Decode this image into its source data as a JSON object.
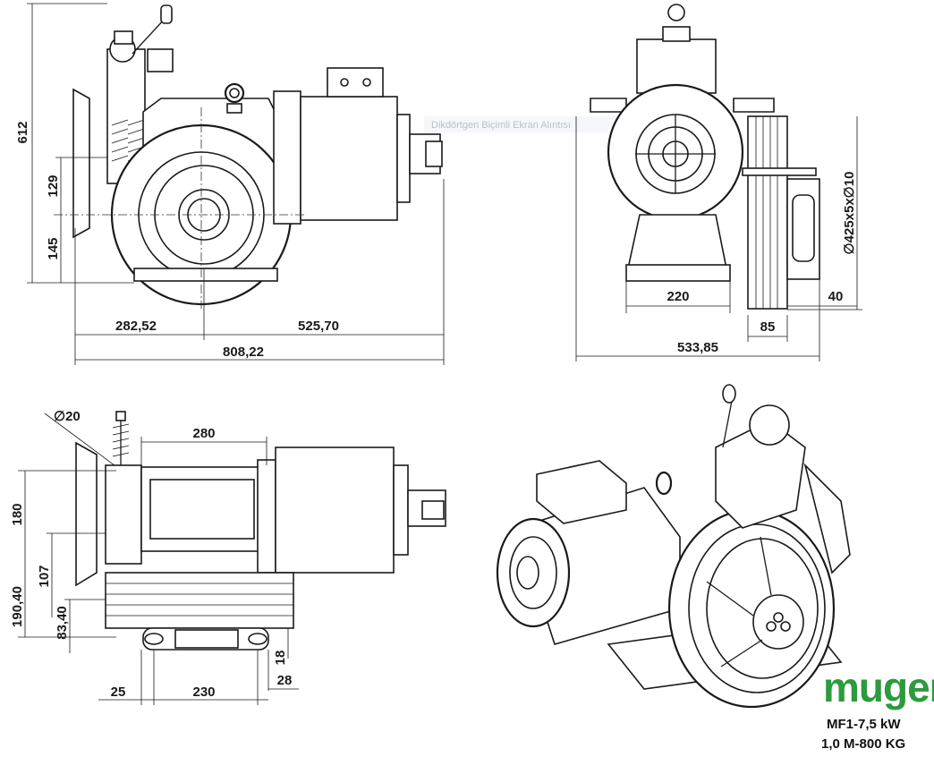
{
  "title_block": {
    "brand": "mugen",
    "model_line1": "MF1-7,5 kW",
    "model_line2": "1,0 M-800 KG",
    "brand_color": "#2e9a3e"
  },
  "overlay_label": "Dikdörtgen Biçimli Ekran Alıntısı",
  "front_view": {
    "height_total": "612",
    "dim_129": "129",
    "dim_145": "145",
    "dim_left": "282,52",
    "dim_right": "525,70",
    "dim_total": "808,22"
  },
  "side_view": {
    "sheave_spec": "∅425x5x∅10",
    "base_width": "220",
    "dim_40": "40",
    "dim_85": "85",
    "total_width": "533,85"
  },
  "top_view": {
    "diameter": "∅20",
    "dim_280": "280",
    "dim_180": "180",
    "dim_107": "107",
    "dim_190_40": "190,40",
    "dim_83_40": "83,40",
    "dim_18": "18",
    "dim_25": "25",
    "dim_230": "230",
    "dim_28": "28"
  },
  "icons": [
    "lifting-eye-icon",
    "brake-lever-icon",
    "terminal-box-icon",
    "traction-sheave-icon"
  ]
}
